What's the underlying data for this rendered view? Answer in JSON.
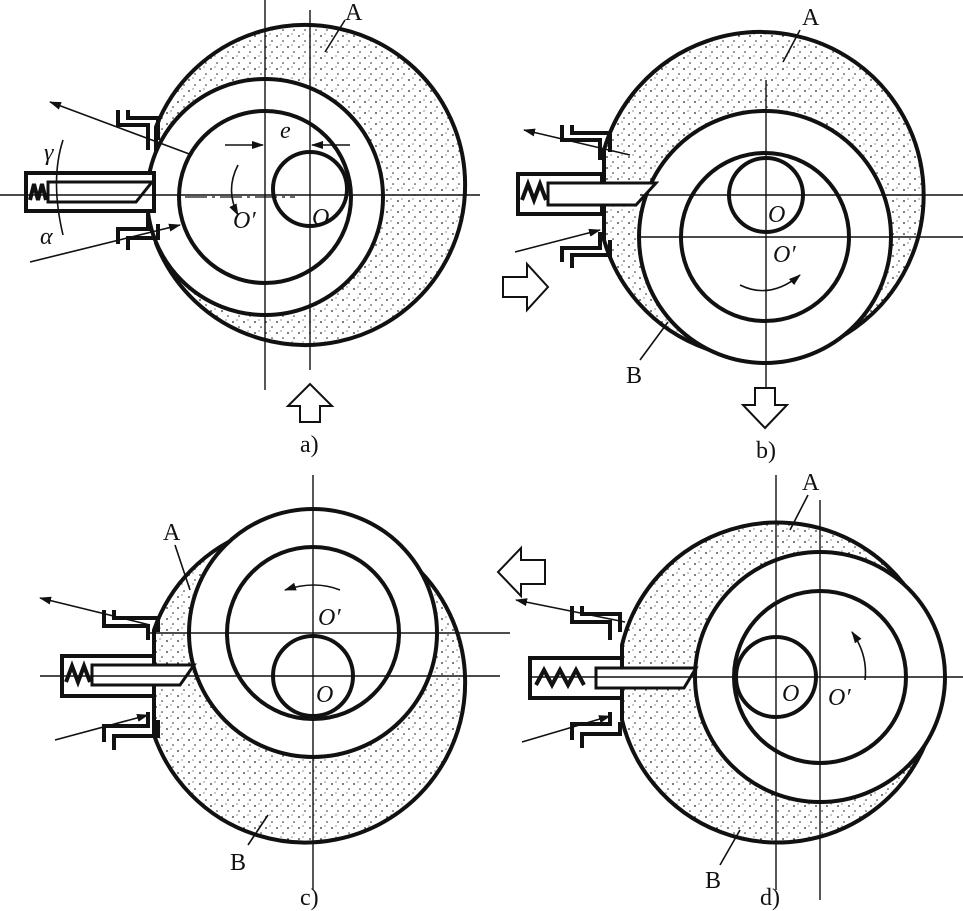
{
  "labels": {
    "A": "A",
    "B": "B",
    "O": "O",
    "O_prime": "O′",
    "e": "e",
    "gamma": "γ",
    "alpha": "α"
  },
  "captions": {
    "a": "a)",
    "b": "b)",
    "c": "c)",
    "d": "d)"
  }
}
